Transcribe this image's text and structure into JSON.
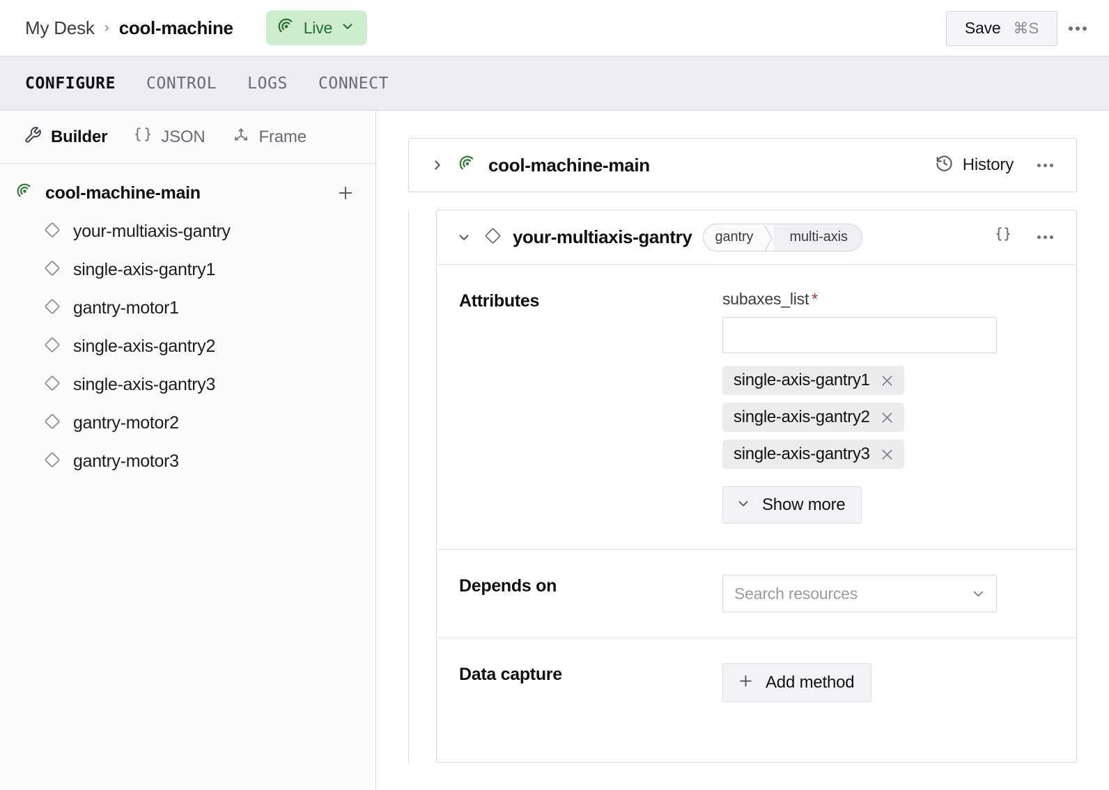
{
  "topbar": {
    "breadcrumb_root": "My Desk",
    "breadcrumb_sep": "›",
    "breadcrumb_current": "cool-machine",
    "status_label": "Live",
    "status_bg": "#cdeecd",
    "status_fg": "#2b6a32",
    "save_label": "Save",
    "save_shortcut": "⌘S"
  },
  "tabs": [
    {
      "label": "CONFIGURE",
      "active": true
    },
    {
      "label": "CONTROL",
      "active": false
    },
    {
      "label": "LOGS",
      "active": false
    },
    {
      "label": "CONNECT",
      "active": false
    }
  ],
  "sidebar": {
    "view_tabs": [
      {
        "label": "Builder",
        "icon": "tools-icon",
        "active": true
      },
      {
        "label": "JSON",
        "icon": "braces-icon",
        "active": false
      },
      {
        "label": "Frame",
        "icon": "axes-icon",
        "active": false
      }
    ],
    "tree_root": "cool-machine-main",
    "add_icon": "plus-icon",
    "items": [
      {
        "label": "your-multiaxis-gantry"
      },
      {
        "label": "single-axis-gantry1"
      },
      {
        "label": "gantry-motor1"
      },
      {
        "label": "single-axis-gantry2"
      },
      {
        "label": "single-axis-gantry3"
      },
      {
        "label": "gantry-motor2"
      },
      {
        "label": "gantry-motor3"
      }
    ]
  },
  "main": {
    "resource_card": {
      "title": "cool-machine-main",
      "history_label": "History",
      "expand_icon": "chevron-right-icon",
      "history_icon": "history-clock-icon",
      "menu_icon": "kebab-menu-icon"
    },
    "component_card": {
      "title": "your-multiaxis-gantry",
      "type_primary": "gantry",
      "type_secondary": "multi-axis",
      "collapse_icon": "chevron-down-icon",
      "json_icon": "braces-icon",
      "menu_icon": "kebab-menu-icon",
      "rows": {
        "attributes": {
          "label": "Attributes",
          "field_label": "subaxes_list",
          "required_mark": "*",
          "input_value": "",
          "input_placeholder": "",
          "tags": [
            "single-axis-gantry1",
            "single-axis-gantry2",
            "single-axis-gantry3"
          ],
          "show_more_label": "Show more"
        },
        "depends_on": {
          "label": "Depends on",
          "select_placeholder": "Search resources",
          "select_value": ""
        },
        "data_capture": {
          "label": "Data capture",
          "add_label": "Add method"
        }
      }
    }
  }
}
